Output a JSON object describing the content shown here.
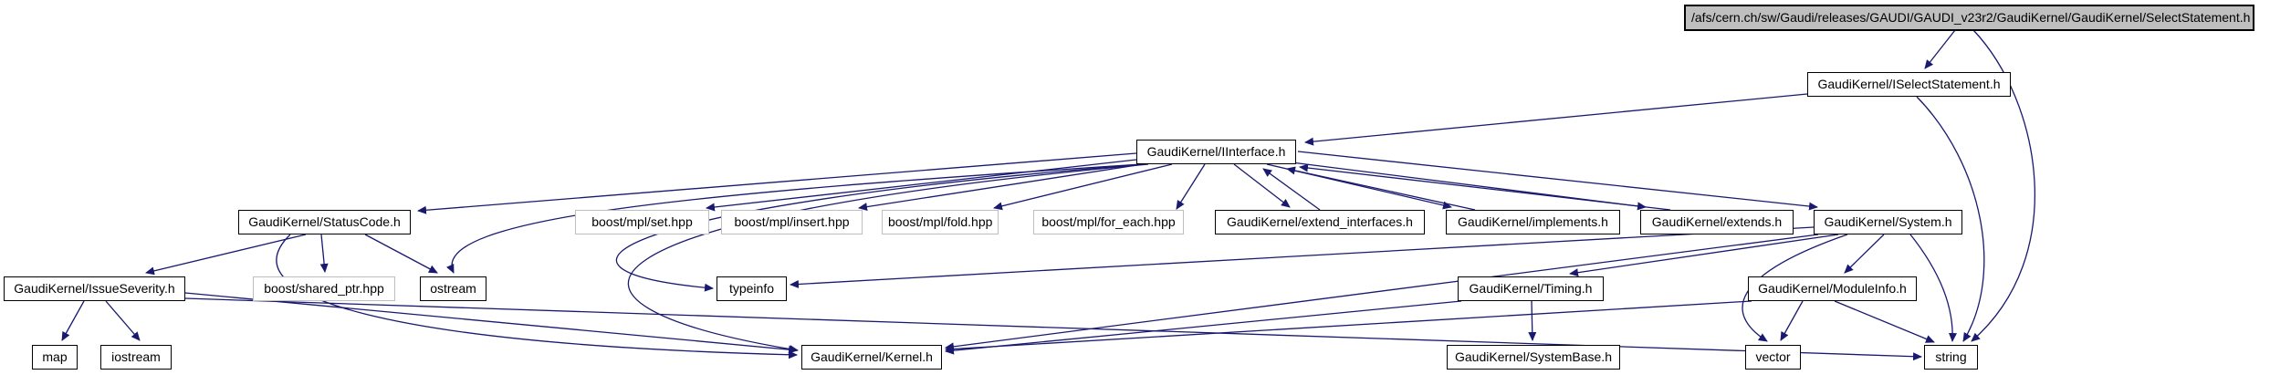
{
  "diagram": {
    "kind": "doxygen-include-dependency-graph",
    "colors": {
      "edge": "#191970",
      "node_border": "#000000",
      "external_node_border": "#bebebe",
      "main_node_fill": "#bfbfbf",
      "background": "#ffffff"
    },
    "nodes": [
      {
        "id": "main",
        "label": "/afs/cern.ch/sw/Gaudi/releases/GAUDI/GAUDI_v23r2/GaudiKernel/GaudiKernel/SelectStatement.h",
        "type": "main"
      },
      {
        "id": "iselectstatement",
        "label": "GaudiKernel/ISelectStatement.h",
        "type": "doc"
      },
      {
        "id": "iinterface",
        "label": "GaudiKernel/IInterface.h",
        "type": "doc"
      },
      {
        "id": "statuscode",
        "label": "GaudiKernel/StatusCode.h",
        "type": "doc"
      },
      {
        "id": "mpl-set",
        "label": "boost/mpl/set.hpp",
        "type": "external"
      },
      {
        "id": "mpl-insert",
        "label": "boost/mpl/insert.hpp",
        "type": "external"
      },
      {
        "id": "mpl-fold",
        "label": "boost/mpl/fold.hpp",
        "type": "external"
      },
      {
        "id": "mpl-for-each",
        "label": "boost/mpl/for_each.hpp",
        "type": "external"
      },
      {
        "id": "extend-interfaces",
        "label": "GaudiKernel/extend_interfaces.h",
        "type": "doc"
      },
      {
        "id": "implements",
        "label": "GaudiKernel/implements.h",
        "type": "doc"
      },
      {
        "id": "extends",
        "label": "GaudiKernel/extends.h",
        "type": "doc"
      },
      {
        "id": "system",
        "label": "GaudiKernel/System.h",
        "type": "doc"
      },
      {
        "id": "issueseverity",
        "label": "GaudiKernel/IssueSeverity.h",
        "type": "doc"
      },
      {
        "id": "shared-ptr",
        "label": "boost/shared_ptr.hpp",
        "type": "external"
      },
      {
        "id": "ostream",
        "label": "ostream",
        "type": "std"
      },
      {
        "id": "typeinfo",
        "label": "typeinfo",
        "type": "std"
      },
      {
        "id": "timing",
        "label": "GaudiKernel/Timing.h",
        "type": "doc"
      },
      {
        "id": "moduleinfo",
        "label": "GaudiKernel/ModuleInfo.h",
        "type": "doc"
      },
      {
        "id": "map",
        "label": "map",
        "type": "std"
      },
      {
        "id": "iostream",
        "label": "iostream",
        "type": "std"
      },
      {
        "id": "kernel",
        "label": "GaudiKernel/Kernel.h",
        "type": "doc"
      },
      {
        "id": "systembase",
        "label": "GaudiKernel/SystemBase.h",
        "type": "doc"
      },
      {
        "id": "vector",
        "label": "vector",
        "type": "std"
      },
      {
        "id": "string",
        "label": "string",
        "type": "std"
      }
    ],
    "edges": [
      {
        "from": "main",
        "to": "iselectstatement"
      },
      {
        "from": "main",
        "to": "string"
      },
      {
        "from": "iselectstatement",
        "to": "iinterface"
      },
      {
        "from": "iselectstatement",
        "to": "string"
      },
      {
        "from": "iinterface",
        "to": "statuscode"
      },
      {
        "from": "iinterface",
        "to": "mpl-set"
      },
      {
        "from": "iinterface",
        "to": "mpl-insert"
      },
      {
        "from": "iinterface",
        "to": "mpl-fold"
      },
      {
        "from": "iinterface",
        "to": "mpl-for-each"
      },
      {
        "from": "iinterface",
        "to": "extend-interfaces"
      },
      {
        "from": "extend-interfaces",
        "to": "iinterface"
      },
      {
        "from": "iinterface",
        "to": "implements"
      },
      {
        "from": "implements",
        "to": "iinterface"
      },
      {
        "from": "iinterface",
        "to": "extends"
      },
      {
        "from": "extends",
        "to": "iinterface"
      },
      {
        "from": "iinterface",
        "to": "system"
      },
      {
        "from": "iinterface",
        "to": "ostream"
      },
      {
        "from": "iinterface",
        "to": "typeinfo"
      },
      {
        "from": "iinterface",
        "to": "kernel"
      },
      {
        "from": "statuscode",
        "to": "issueseverity"
      },
      {
        "from": "statuscode",
        "to": "shared-ptr"
      },
      {
        "from": "statuscode",
        "to": "ostream"
      },
      {
        "from": "statuscode",
        "to": "kernel"
      },
      {
        "from": "issueseverity",
        "to": "map"
      },
      {
        "from": "issueseverity",
        "to": "iostream"
      },
      {
        "from": "issueseverity",
        "to": "kernel"
      },
      {
        "from": "issueseverity",
        "to": "string"
      },
      {
        "from": "system",
        "to": "timing"
      },
      {
        "from": "system",
        "to": "moduleinfo"
      },
      {
        "from": "system",
        "to": "typeinfo"
      },
      {
        "from": "system",
        "to": "vector"
      },
      {
        "from": "system",
        "to": "string"
      },
      {
        "from": "system",
        "to": "kernel"
      },
      {
        "from": "timing",
        "to": "systembase"
      },
      {
        "from": "timing",
        "to": "kernel"
      },
      {
        "from": "moduleinfo",
        "to": "vector"
      },
      {
        "from": "moduleinfo",
        "to": "string"
      },
      {
        "from": "moduleinfo",
        "to": "kernel"
      }
    ]
  }
}
